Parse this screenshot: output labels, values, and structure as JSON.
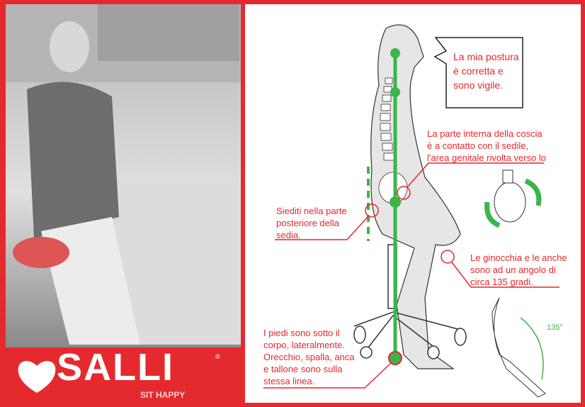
{
  "brand": {
    "name": "SALLI",
    "registered": "®",
    "tagline": "SIT HAPPY"
  },
  "callouts": {
    "speech": "La mia postura è corretta e sono vigile.",
    "thigh": "La parte interna della coscia è a contatto con il sedile, l'area genitale rivolta verso lo",
    "back": "Siediti nella parte posteriore della sedia.",
    "knees": "Le ginocchia e le anche sono ad un angolo di circa 135 gradi.",
    "feet": "I piedi sono sotto il corpo, lateralmente. Orecchio, spalla, anca e tallone sono sulla stessa linea."
  },
  "angle_label": "135°",
  "colors": {
    "accent": "#e8262b",
    "line": "#3cb54a"
  }
}
